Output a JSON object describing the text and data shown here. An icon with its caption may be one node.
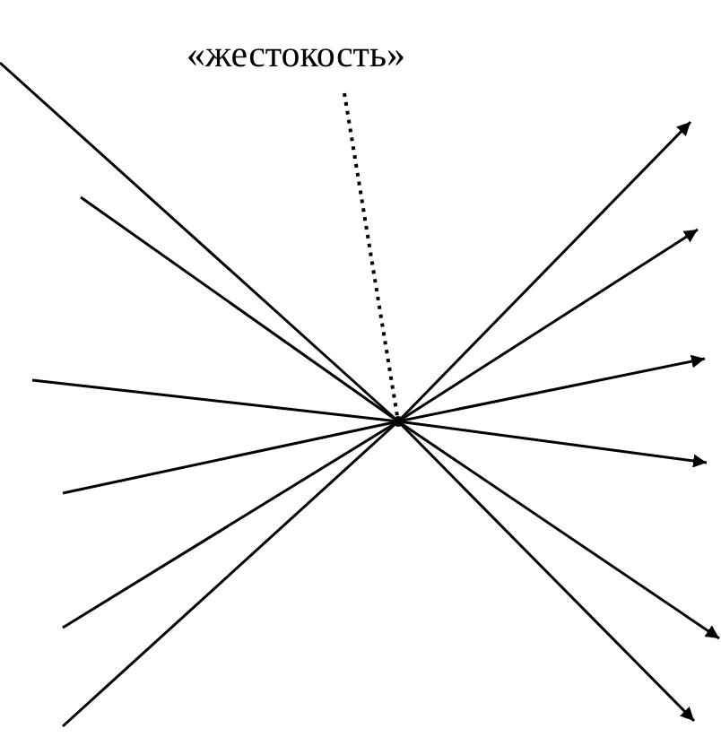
{
  "diagram": {
    "nodes": [
      {
        "text": [
          "«жестокость»"
        ]
      },
      {
        "text": [],
        "shape": "point"
      }
    ],
    "edges": [
      {
        "from": 0,
        "to": 1,
        "arrow": "none",
        "style": "dashed"
      },
      {
        "from": null,
        "to": 1,
        "arrow": "none"
      },
      {
        "from": null,
        "to": 1,
        "arrow": "none"
      },
      {
        "from": null,
        "to": 1,
        "arrow": "none"
      },
      {
        "from": null,
        "to": 1,
        "arrow": "none"
      },
      {
        "from": null,
        "to": 1,
        "arrow": "none"
      },
      {
        "from": null,
        "to": 1,
        "arrow": "none"
      },
      {
        "from": 1,
        "to": null,
        "arrow": "to"
      },
      {
        "from": 1,
        "to": null,
        "arrow": "to"
      },
      {
        "from": 1,
        "to": null,
        "arrow": "to"
      },
      {
        "from": 1,
        "to": null,
        "arrow": "to"
      },
      {
        "from": 1,
        "to": null,
        "arrow": "to"
      },
      {
        "from": 1,
        "to": null,
        "arrow": "to"
      }
    ]
  }
}
